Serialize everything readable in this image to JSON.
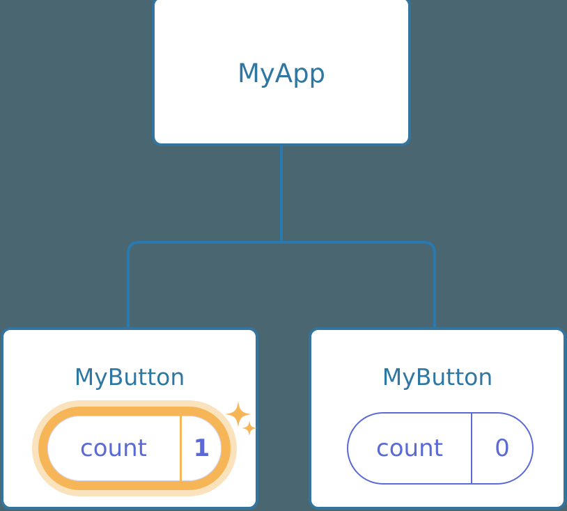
{
  "diagram": {
    "type": "component-tree",
    "background_color": "#4a6670",
    "connector_color": "#2a7ab0",
    "card_border_color": "#33759f",
    "title_color": "#2e77a3",
    "state_color": "#5b69d6",
    "highlight_color": "#f6b557",
    "highlight_glow_color": "#fae2bd"
  },
  "root": {
    "title": "MyApp"
  },
  "children": [
    {
      "title": "MyButton",
      "state": {
        "key": "count",
        "value": "1"
      },
      "highlighted": true,
      "sparkle_large": "sparkle-icon",
      "sparkle_small": "sparkle-icon"
    },
    {
      "title": "MyButton",
      "state": {
        "key": "count",
        "value": "0"
      },
      "highlighted": false
    }
  ]
}
